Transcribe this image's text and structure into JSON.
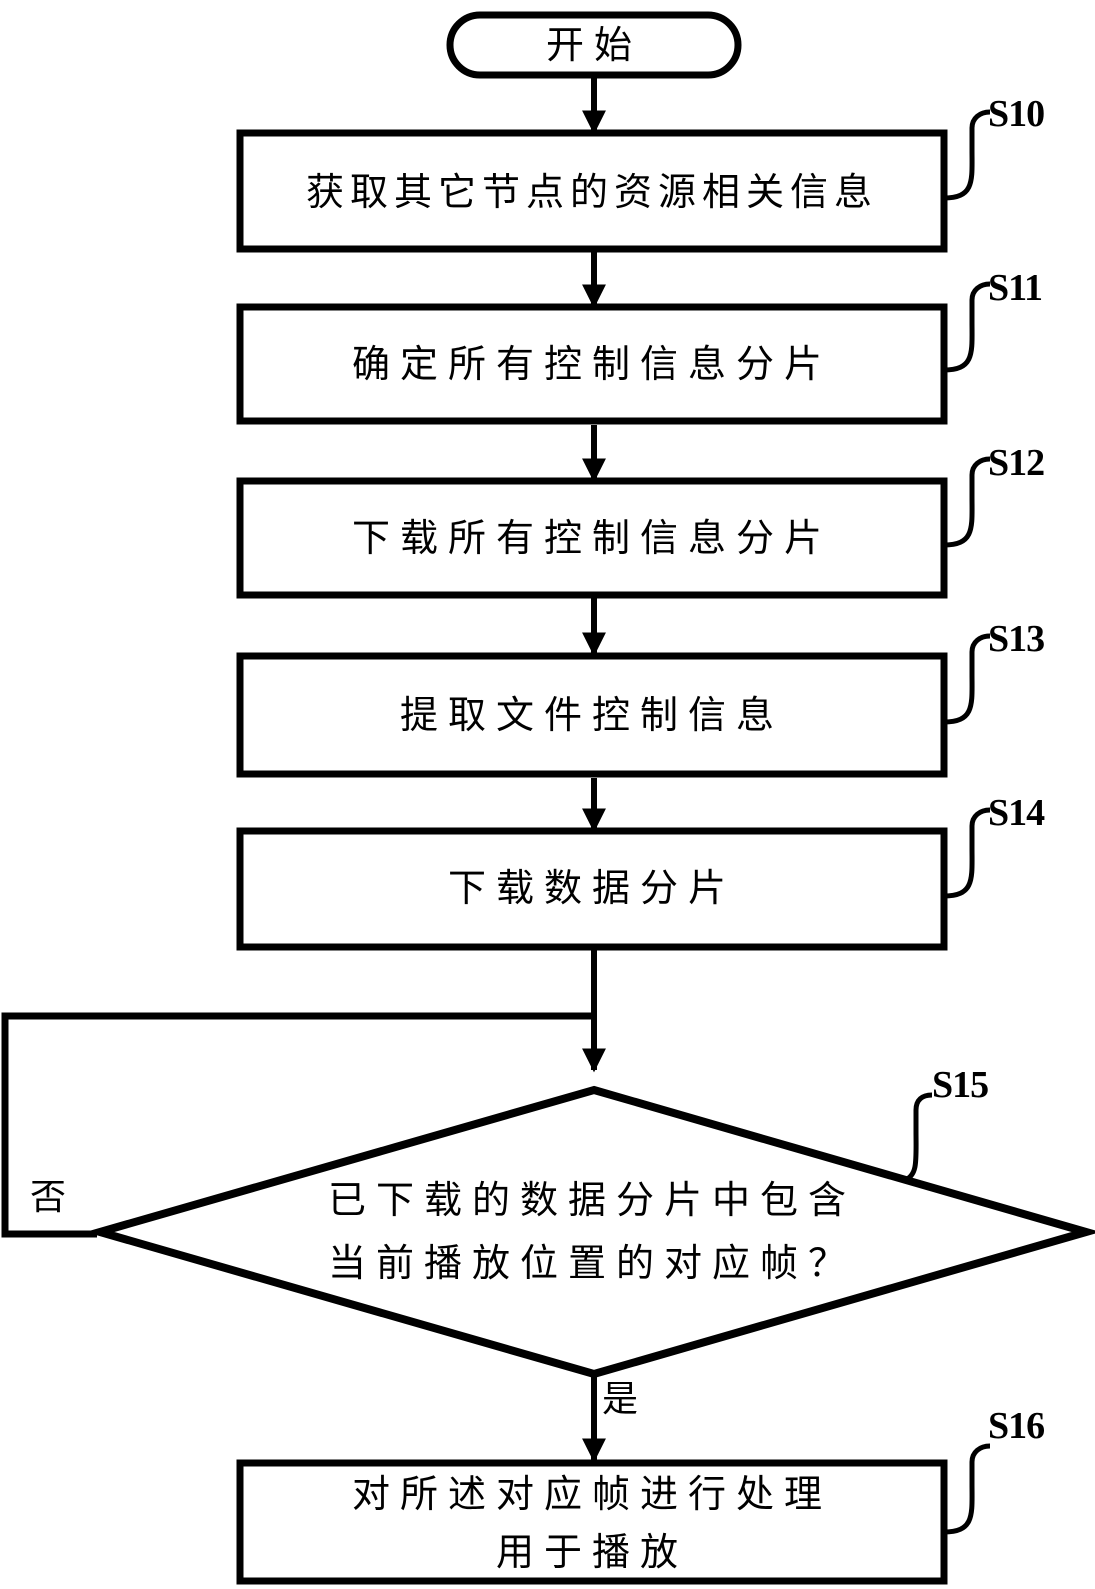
{
  "flowchart": {
    "start": "开始",
    "steps": [
      {
        "id": "S10",
        "text": "获取其它节点的资源相关信息"
      },
      {
        "id": "S11",
        "text": "确定所有控制信息分片"
      },
      {
        "id": "S12",
        "text": "下载所有控制信息分片"
      },
      {
        "id": "S13",
        "text": "提取文件控制信息"
      },
      {
        "id": "S14",
        "text": "下载数据分片"
      }
    ],
    "decision": {
      "id": "S15",
      "line1": "已下载的数据分片中包含",
      "line2": "当前播放位置的对应帧？",
      "no_label": "否",
      "yes_label": "是"
    },
    "final": {
      "id": "S16",
      "line1": "对所述对应帧进行处理",
      "line2": "用于播放"
    }
  }
}
